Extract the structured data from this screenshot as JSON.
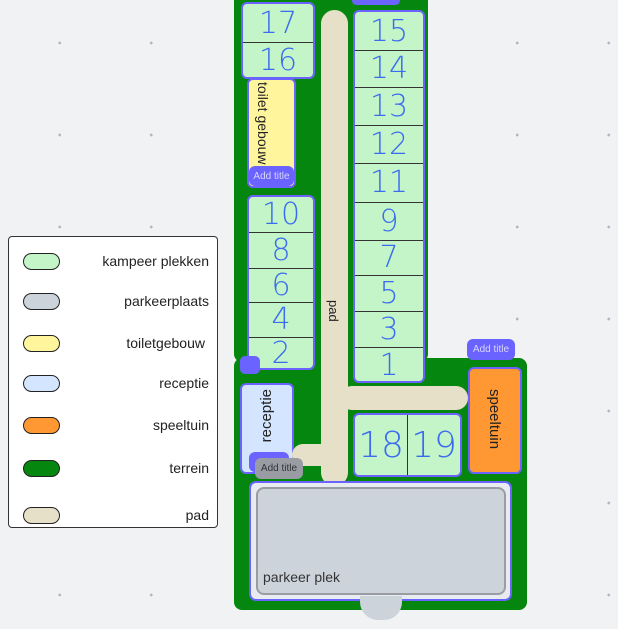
{
  "plots_top_left": [
    "17",
    "16"
  ],
  "plots_left": [
    "10",
    "8",
    "6",
    "4",
    "2"
  ],
  "plots_right": [
    "15",
    "14",
    "13",
    "12",
    "11",
    "9",
    "7",
    "5",
    "3",
    "1"
  ],
  "plots_bottom": [
    "18",
    "19"
  ],
  "labels": {
    "toilet": "toilet gebouw",
    "pad": "pad",
    "receptie": "receptie",
    "speeltuin": "speeltuin",
    "parkeer": "parkeer plek",
    "add_title": "Add title"
  },
  "legend": [
    {
      "label": "kampeer plekken",
      "color": "#c4f5c8"
    },
    {
      "label": "parkeerplaats",
      "color": "#cdd3db"
    },
    {
      "label": "toiletgebouw",
      "color": "#fff59d"
    },
    {
      "label": "receptie",
      "color": "#d4e6ff"
    },
    {
      "label": "speeltuin",
      "color": "#ff9833"
    },
    {
      "label": "terrein",
      "color": "#05860f"
    },
    {
      "label": "pad",
      "color": "#e6e0c8"
    }
  ]
}
